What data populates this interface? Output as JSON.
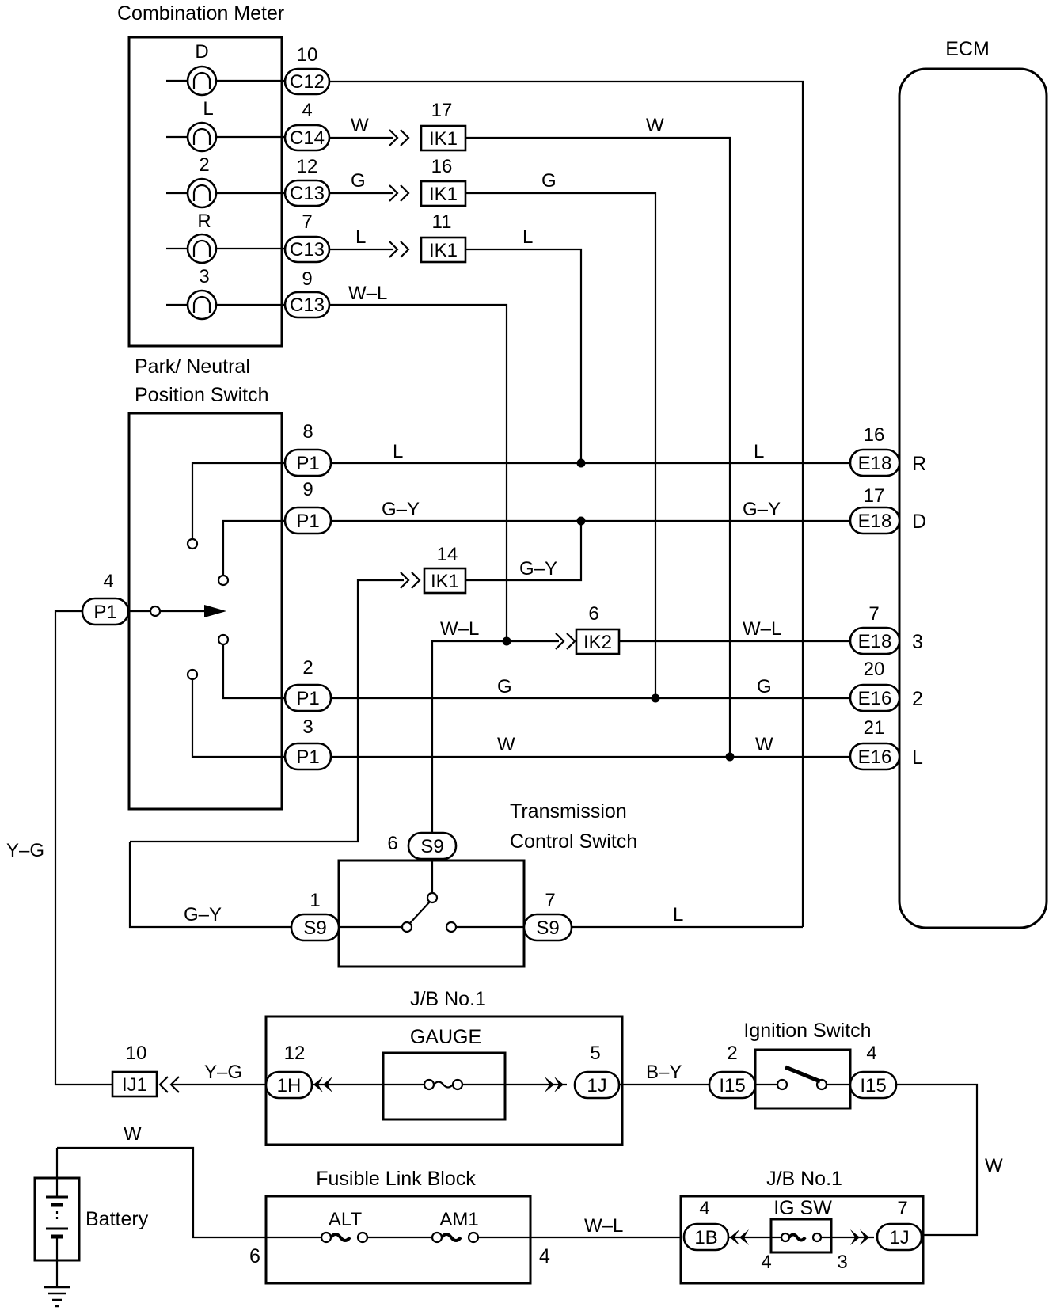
{
  "components": {
    "combination_meter": "Combination Meter",
    "ecm": "ECM",
    "pnp_switch_line1": "Park/ Neutral",
    "pnp_switch_line2": "Position Switch",
    "tcs_line1": "Transmission",
    "tcs_line2": "Control Switch",
    "jb1_top": "J/B No.1",
    "gauge": "GAUGE",
    "ignition_switch": "Ignition Switch",
    "fusible_link_block": "Fusible Link Block",
    "alt": "ALT",
    "am1": "AM1",
    "jb1_bottom": "J/B No.1",
    "ig_sw": "IG SW",
    "battery": "Battery"
  },
  "meter": {
    "lamps": [
      "D",
      "L",
      "2",
      "R",
      "3"
    ],
    "pins": [
      "10",
      "4",
      "12",
      "7",
      "9"
    ],
    "connectors": [
      "C12",
      "C14",
      "C13",
      "C13",
      "C13"
    ]
  },
  "ik_connectors": [
    {
      "pin": "17",
      "name": "IK1"
    },
    {
      "pin": "16",
      "name": "IK1"
    },
    {
      "pin": "11",
      "name": "IK1"
    },
    {
      "pin": "14",
      "name": "IK1"
    },
    {
      "pin": "6",
      "name": "IK2"
    }
  ],
  "pnp": {
    "pins": [
      "8",
      "9",
      "2",
      "3",
      "4"
    ],
    "connector": "P1"
  },
  "ecm": {
    "pins": [
      "16",
      "17",
      "7",
      "20",
      "21"
    ],
    "connectors": [
      "E18",
      "E18",
      "E18",
      "E16",
      "E16"
    ],
    "positions": [
      "R",
      "D",
      "3",
      "2",
      "L"
    ]
  },
  "tcs": {
    "pins": [
      "6",
      "1",
      "7"
    ],
    "connector": "S9"
  },
  "lower": {
    "ij1_pin": "10",
    "ij1": "IJ1",
    "h1_pin": "12",
    "h1": "1H",
    "j1_pin": "5",
    "j1": "1J",
    "i15_left_pin": "2",
    "i15_right_pin": "4",
    "i15": "I15",
    "b1_pin": "4",
    "b1": "1B",
    "j1b_pin": "7",
    "j1b": "1J",
    "igsw_left_pin": "4",
    "igsw_right_pin": "3",
    "flb_left_pin": "6",
    "flb_right_pin": "4"
  },
  "wires": {
    "w": "W",
    "g": "G",
    "l": "L",
    "wl": "W–L",
    "gy": "G–Y",
    "yg": "Y–G",
    "by": "B–Y"
  }
}
